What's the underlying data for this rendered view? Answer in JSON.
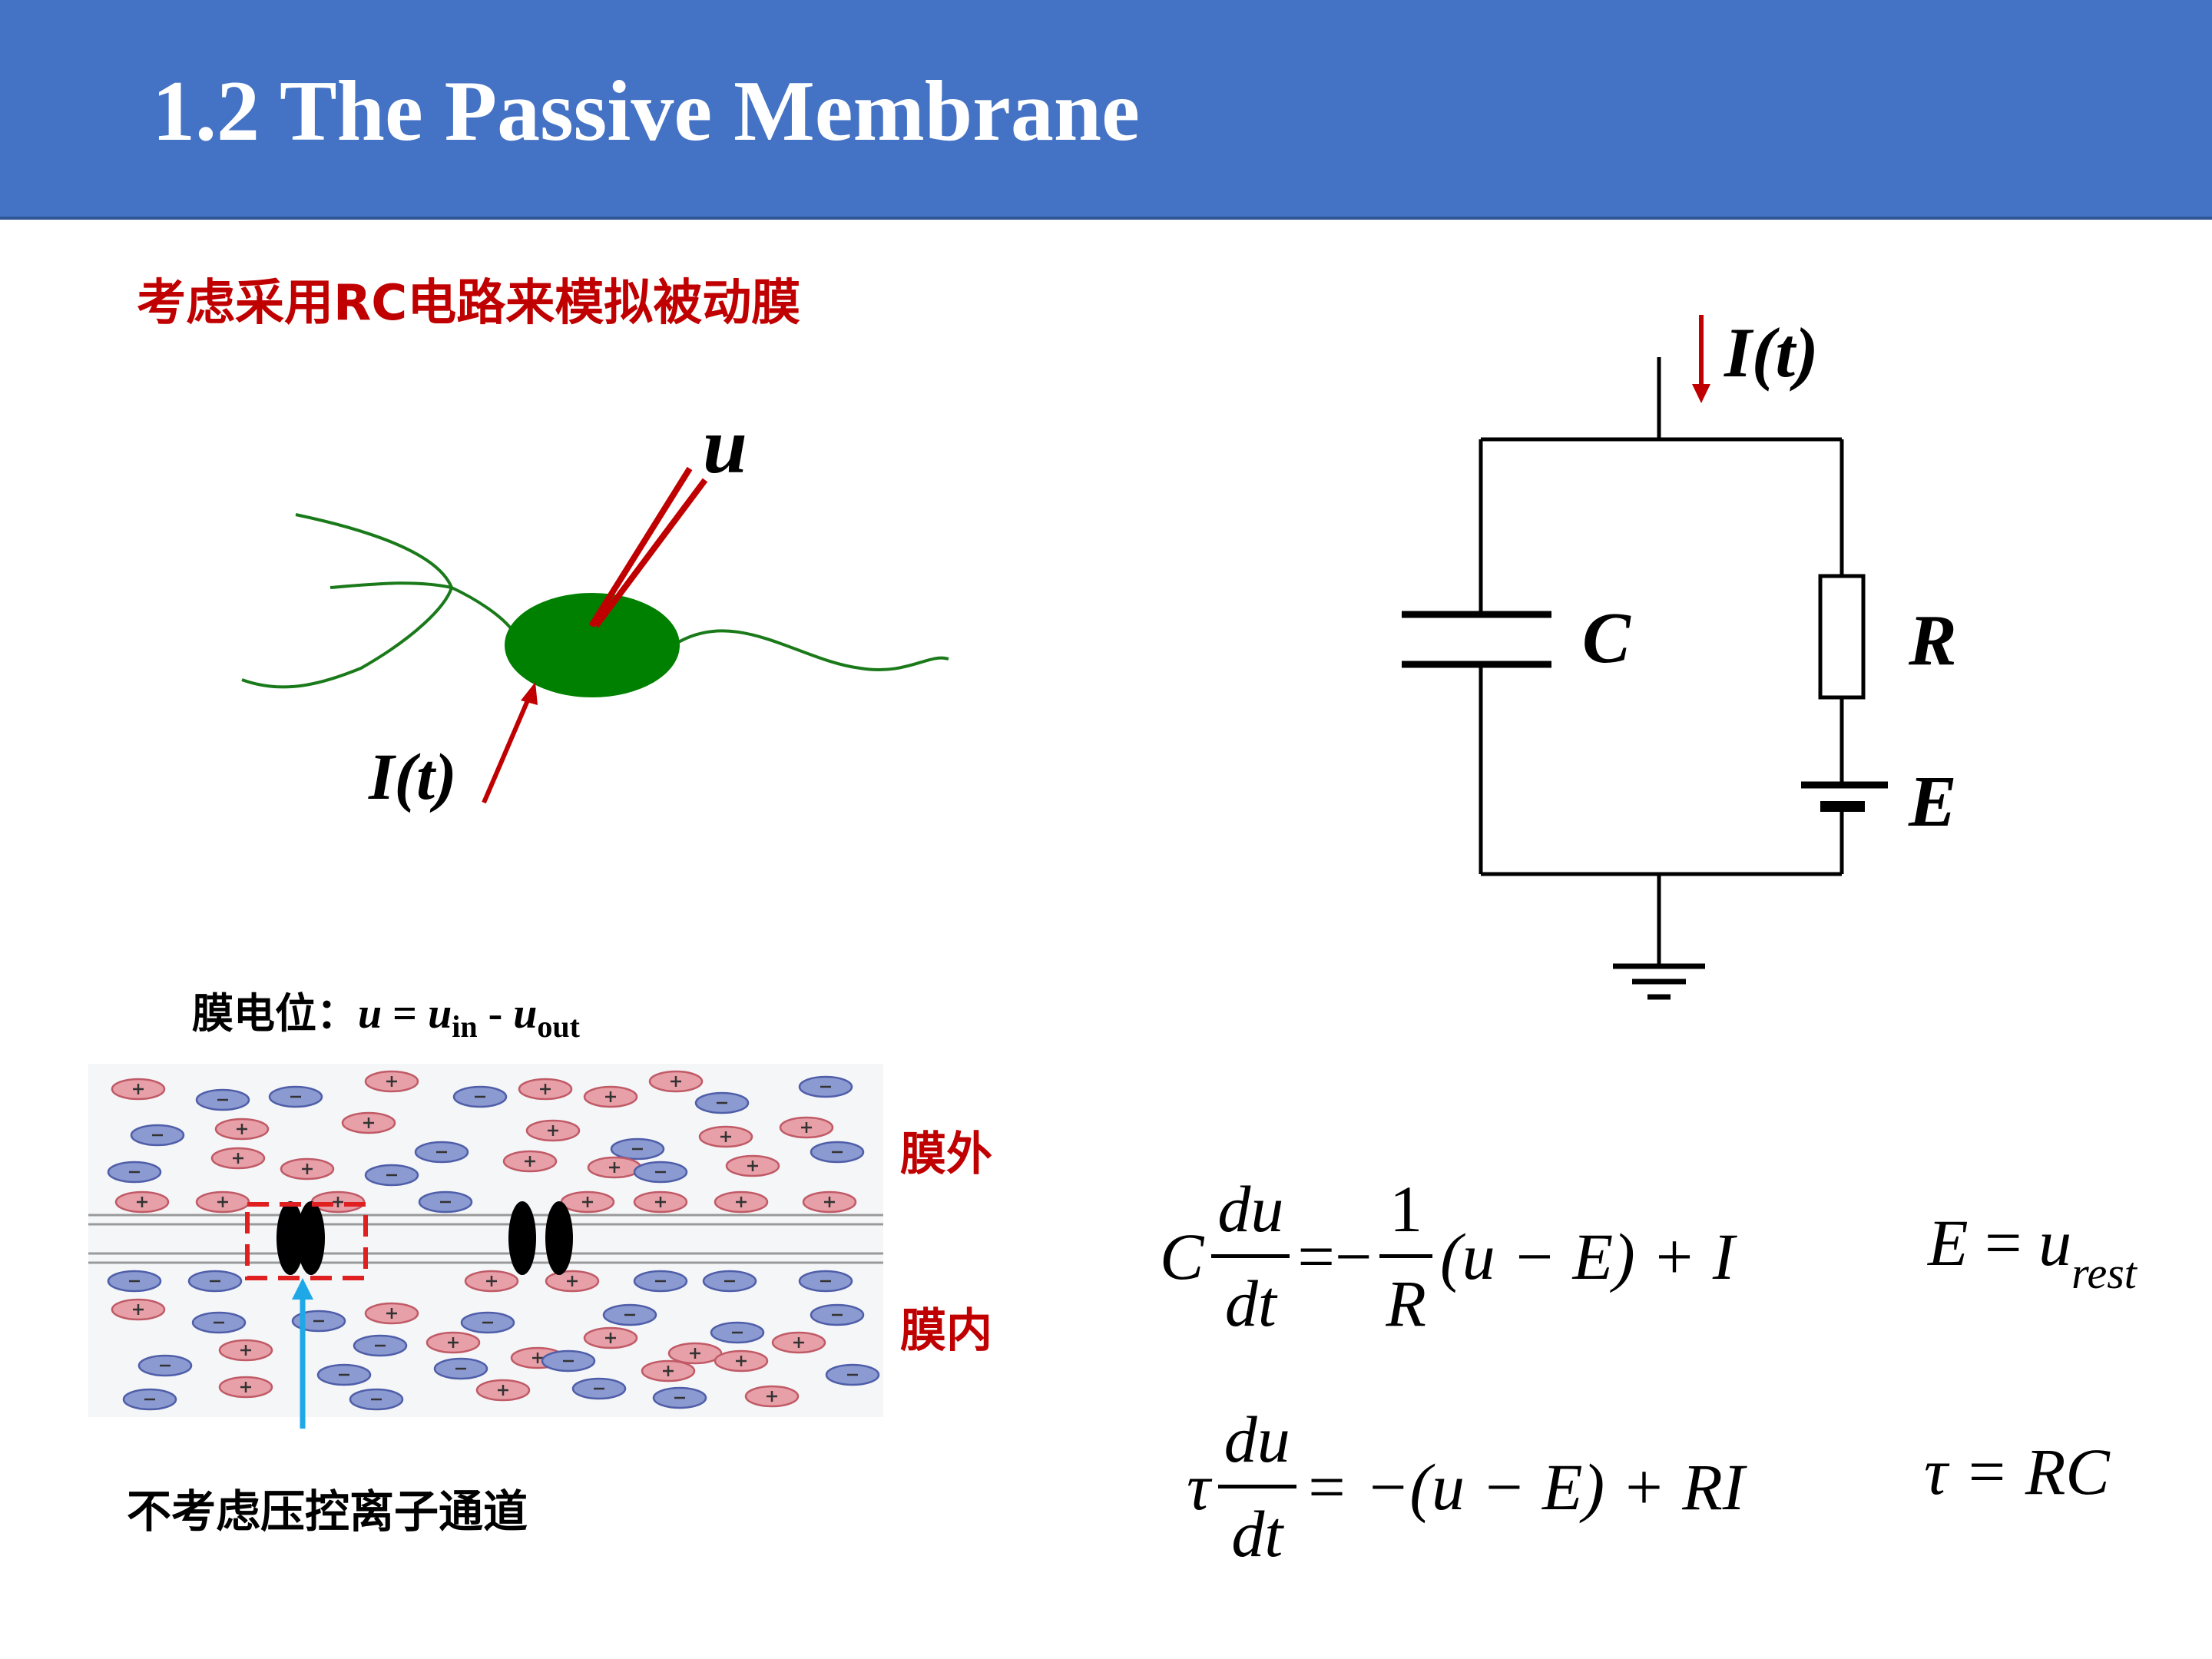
{
  "header": {
    "title": "1.2 The Passive Membrane"
  },
  "subtitle": "考虑采用RC电路来模拟被动膜",
  "neuron": {
    "label_u": "u",
    "label_I": "I(t)",
    "body_color": "#008000",
    "dendrite_color": "#1a7a1a",
    "electrode_color": "#c00000"
  },
  "circuit": {
    "label_I": "I(t)",
    "label_C": "C",
    "label_R": "R",
    "label_E": "E",
    "arrow_color": "#c00000"
  },
  "membrane": {
    "potential_label": "膜电位：",
    "eq_lhs": "u",
    "eq_eq": "=",
    "eq_u1": "u",
    "eq_sub_in": "in",
    "eq_minus": "-",
    "eq_u2": "u",
    "eq_sub_out": "out",
    "outside_label": "膜外",
    "inside_label": "膜内",
    "caption": "不考虑压控离子通道",
    "pos_ion_color": "#e8a0a8",
    "neg_ion_color": "#8c9ad2",
    "highlight_color": "#e02020",
    "pointer_color": "#1ea8e8"
  },
  "equations": {
    "eq1": {
      "C": "C",
      "num": "du",
      "den": "dt",
      "eq_minus": "=−",
      "one": "1",
      "R": "R",
      "rest": "(u − E) + I"
    },
    "eq2": {
      "E": "E",
      "eq": " = ",
      "u": "u",
      "sub": "rest"
    },
    "eq3": {
      "tau": "τ",
      "num": "du",
      "den": "dt",
      "rest": "= −(u − E) + RI"
    },
    "eq4": {
      "text": "τ = RC"
    }
  }
}
